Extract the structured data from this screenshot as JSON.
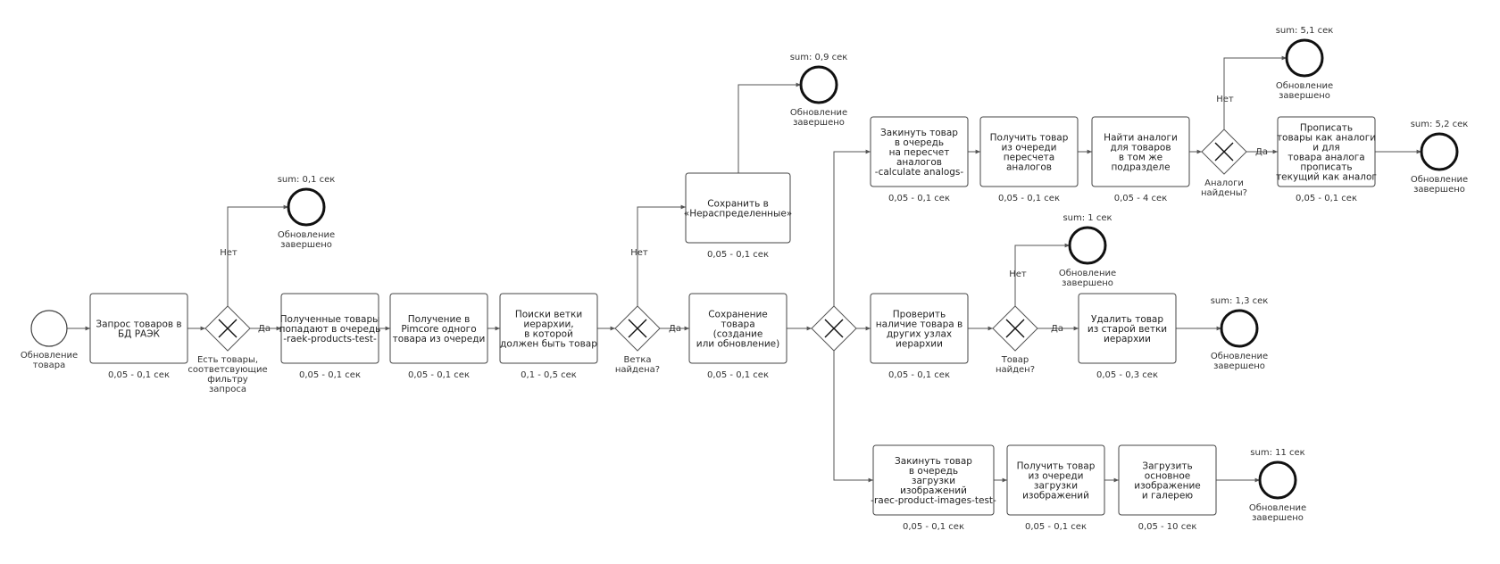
{
  "start_event": {
    "label": [
      "Обновление",
      "товара"
    ]
  },
  "tasks": {
    "t1": {
      "label": [
        "Запрос товаров в",
        "БД РАЭК"
      ],
      "time": "0,05 - 0,1 сек"
    },
    "t2": {
      "label": [
        "Полученные товары",
        "попадают в очередь",
        "-raek-products-test-"
      ],
      "time": "0,05 - 0,1 сек"
    },
    "t3": {
      "label": [
        "Получение в",
        "Pimcore одного",
        "товара из очереди"
      ],
      "time": "0,05 - 0,1 сек"
    },
    "t4": {
      "label": [
        "Поиски ветки",
        "иерархии,",
        "в которой",
        "должен быть товар"
      ],
      "time": "0,1 - 0,5 сек"
    },
    "t5": {
      "label": [
        "Сохранить в",
        "«Нераспределенные»"
      ],
      "time": "0,05 - 0,1 сек"
    },
    "t6": {
      "label": [
        "Сохранение",
        "товара",
        "(создание",
        "или обновление)"
      ],
      "time": "0,05 - 0,1 сек"
    },
    "t7": {
      "label": [
        "Закинуть товар",
        "в очередь",
        "на пересчет",
        "аналогов",
        "-calculate analogs-"
      ],
      "time": "0,05 - 0,1 сек"
    },
    "t8": {
      "label": [
        "Получить товар",
        "из очереди",
        "пересчета",
        "аналогов"
      ],
      "time": "0,05 - 0,1 сек"
    },
    "t9": {
      "label": [
        "Найти аналоги",
        "для товаров",
        "в том же",
        "подразделе"
      ],
      "time": "0,05 - 4 сек"
    },
    "t10": {
      "label": [
        "Прописать",
        "товары как аналоги",
        "и для",
        "товара аналога",
        "прописать",
        "текущий как аналог"
      ],
      "time": "0,05 - 0,1 сек"
    },
    "t11": {
      "label": [
        "Проверить",
        "наличие товара в",
        "других узлах",
        "иерархии"
      ],
      "time": "0,05 - 0,1 сек"
    },
    "t12": {
      "label": [
        "Удалить товар",
        "из старой ветки",
        "иерархии"
      ],
      "time": "0,05 - 0,3 сек"
    },
    "t13": {
      "label": [
        "Закинуть товар",
        "в очередь",
        "загрузки",
        "изображений",
        "-raec-product-images-test-"
      ],
      "time": "0,05 - 0,1 сек"
    },
    "t14": {
      "label": [
        "Получить товар",
        "из очереди",
        "загрузки",
        "изображений"
      ],
      "time": "0,05 - 0,1 сек"
    },
    "t15": {
      "label": [
        "Загрузить",
        "основное",
        "изображение",
        "и галерею"
      ],
      "time": "0,05 - 10 сек"
    }
  },
  "gateways": {
    "g1": {
      "label": [
        "Есть товары,",
        "соответсвующие",
        "фильтру",
        "запроса"
      ]
    },
    "g2": {
      "label": [
        "Ветка",
        "найдена?"
      ]
    },
    "g3": {
      "label": []
    },
    "g4": {
      "label": [
        "Аналоги",
        "найдены?"
      ]
    },
    "g5": {
      "label": [
        "Товар",
        "найден?"
      ]
    }
  },
  "end_events": {
    "e1": {
      "sum": "sum: 0,1 сек",
      "label": [
        "Обновление",
        "завершено"
      ]
    },
    "e2": {
      "sum": "sum: 0,9 сек",
      "label": [
        "Обновление",
        "завершено"
      ]
    },
    "e3": {
      "sum": "sum: 5,1 сек",
      "label": [
        "Обновление",
        "завершено"
      ]
    },
    "e4": {
      "sum": "sum: 5,2 сек",
      "label": [
        "Обновление",
        "завершено"
      ]
    },
    "e5": {
      "sum": "sum: 1 сек",
      "label": [
        "Обновление",
        "завершено"
      ]
    },
    "e6": {
      "sum": "sum: 1,3 сек",
      "label": [
        "Обновление",
        "завершено"
      ]
    },
    "e7": {
      "sum": "sum: 11 сек",
      "label": [
        "Обновление",
        "завершено"
      ]
    }
  },
  "flow_labels": {
    "yes": "Да",
    "no": "Нет"
  }
}
